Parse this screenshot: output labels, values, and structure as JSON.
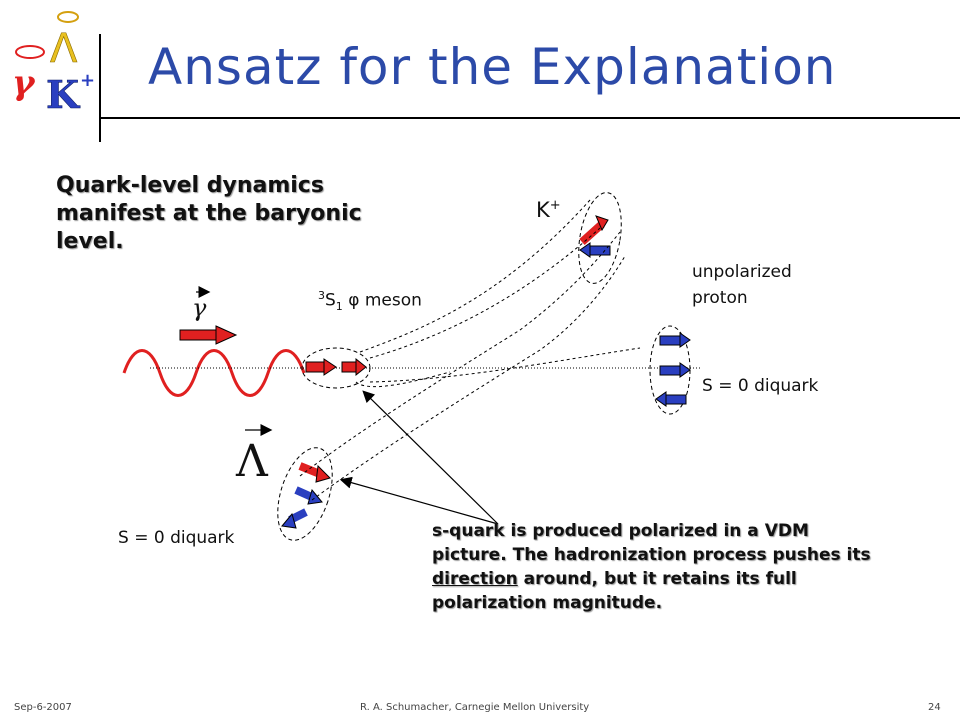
{
  "slide": {
    "title": "Ansatz for the Explanation",
    "intro": "Quark-level dynamics manifest at the baryonic level.",
    "note_part1": "s-quark is produced polarized in a VDM picture.  The hadronization process pushes its ",
    "note_emph": "direction",
    "note_part2": " around, but it retains its full polarization magnitude."
  },
  "diagram": {
    "kaon_base": "K",
    "kaon_charge": "+",
    "photon_symbol": "γ",
    "meson_spin_mult": "3",
    "meson_base": "S",
    "meson_l": "1",
    "meson_name": " φ meson",
    "lambda_symbol": "Λ",
    "unpolarized_line1": "unpolarized",
    "unpolarized_line2": "proton",
    "diquark_right": "S = 0 diquark",
    "diquark_left": "S = 0 diquark",
    "logo_gamma": "γ",
    "logo_lambda": "Λ",
    "logo_kaon": "K",
    "logo_kaon_charge": "+"
  },
  "footer": {
    "date": "Sep-6-2007",
    "author": "R. A. Schumacher, Carnegie Mellon University",
    "page": "24"
  },
  "colors": {
    "title": "#2c4aa8",
    "quark_red": "#e02020",
    "quark_blue": "#2a3fc0",
    "wave": "#e02020"
  }
}
